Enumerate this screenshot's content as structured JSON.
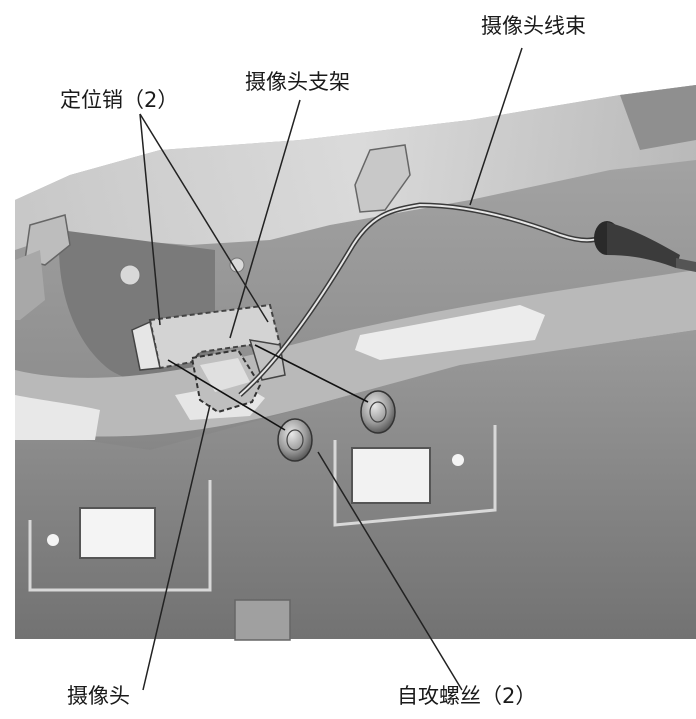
{
  "labels": {
    "camera_harness": "摄像头线束",
    "camera_bracket": "摄像头支架",
    "locating_pins": "定位销（2）",
    "camera": "摄像头",
    "self_tapping_screws": "自攻螺丝（2）"
  },
  "colors": {
    "background": "#ffffff",
    "panel_base": "#8a8a8a",
    "panel_light": "#d6d6d6",
    "panel_dark": "#555555",
    "leader_line": "#222222"
  },
  "icons": [
    "screw-icon",
    "grommet-icon",
    "cable-harness"
  ]
}
